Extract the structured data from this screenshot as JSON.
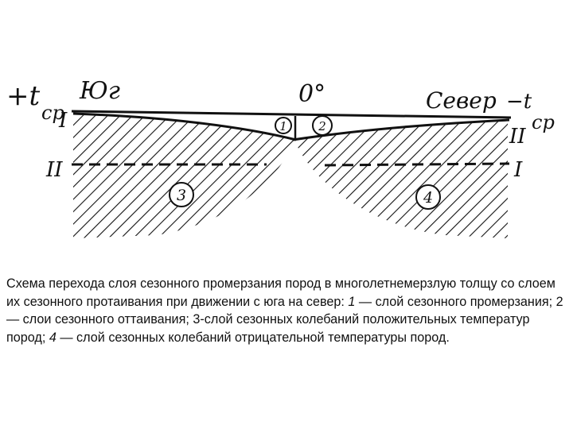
{
  "diagram": {
    "left_symbol": "+t",
    "left_subscript": "ср",
    "south_label": "Юг",
    "zero_label": "0°",
    "north_label": "Север",
    "right_symbol": "−t",
    "right_subscript": "ср",
    "left_upper_roman": "I",
    "left_lower_roman": "II",
    "right_upper_roman": "II",
    "right_lower_roman": "I",
    "zone_1": "1",
    "zone_2": "2",
    "zone_3": "3",
    "zone_4": "4"
  },
  "caption": {
    "p1": "Схема перехода слоя сезонного промерзания пород в многолетнемерзлую толщу со слоем их сезонного протаивания при движении с юга на север: ",
    "n1": "1",
    "p2": " — слой сезонного промерзания; 2 — слои сезонного оттаивания; 3-слой сезонных колебаний положительных температур пород;   ",
    "n4": "4",
    "p3": " — слой сезонных колебаний отрицательной температуры пород."
  }
}
